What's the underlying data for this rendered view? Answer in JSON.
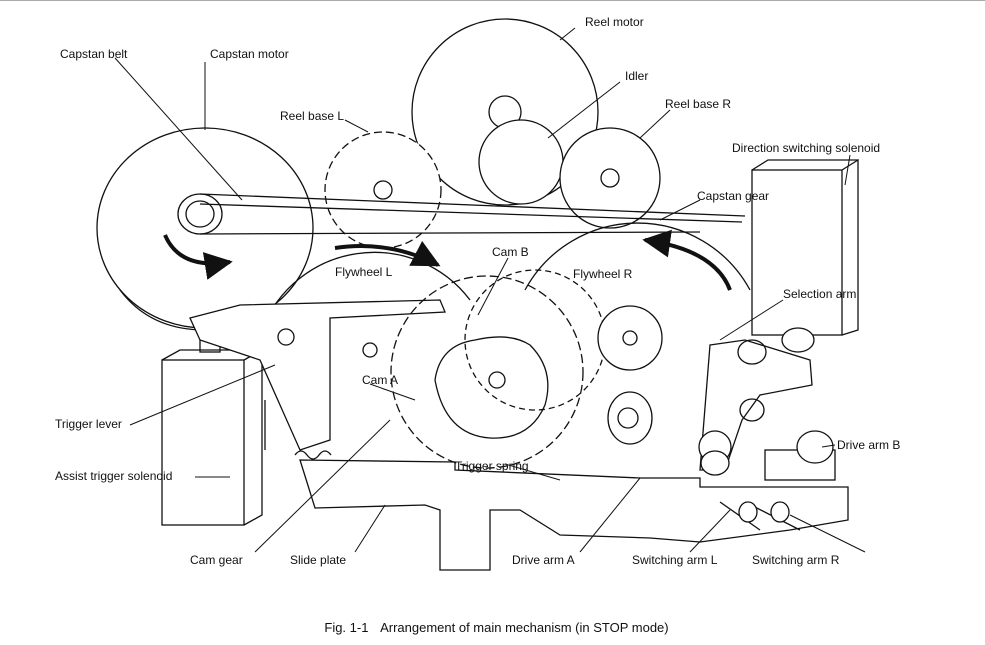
{
  "caption": {
    "fig": "Fig. 1-1",
    "text": "Arrangement of main mechanism (in STOP mode)"
  },
  "labels": {
    "capstan_belt": "Capstan belt",
    "capstan_motor": "Capstan motor",
    "reel_motor": "Reel motor",
    "idler": "Idler",
    "reel_base_l": "Reel base L",
    "reel_base_r": "Reel base R",
    "direction_switching_solenoid": "Direction switching solenoid",
    "capstan_gear": "Capstan gear",
    "cam_b": "Cam B",
    "flywheel_l": "Flywheel L",
    "flywheel_r": "Flywheel R",
    "selection_arm": "Selection arm",
    "cam_a": "Cam A",
    "trigger_lever": "Trigger lever",
    "drive_arm_b": "Drive arm B",
    "assist_trigger_solenoid": "Assist trigger solenoid",
    "trigger_spring": "Trigger spring",
    "cam_gear": "Cam gear",
    "slide_plate": "Slide plate",
    "drive_arm_a": "Drive arm A",
    "switching_arm_l": "Switching arm L",
    "switching_arm_r": "Switching arm R"
  }
}
